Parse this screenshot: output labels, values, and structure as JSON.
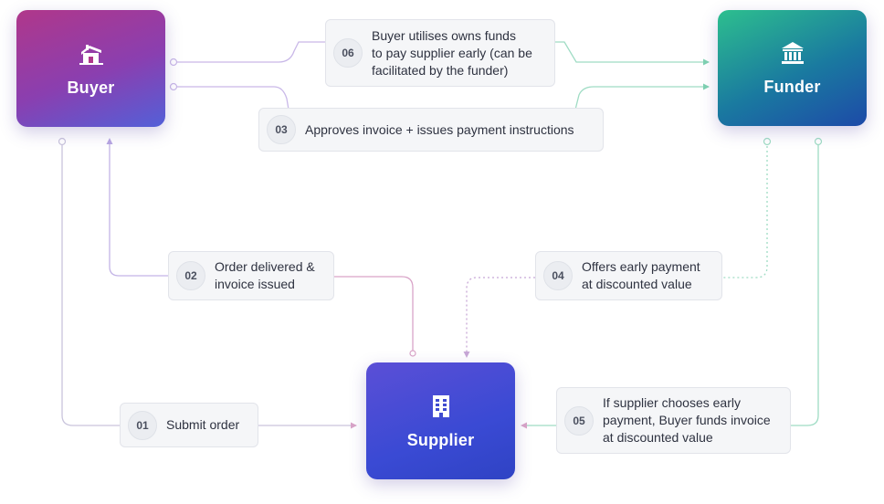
{
  "nodes": {
    "buyer": {
      "label": "Buyer",
      "icon": "house-icon"
    },
    "funder": {
      "label": "Funder",
      "icon": "bank-icon"
    },
    "supplier": {
      "label": "Supplier",
      "icon": "building-icon"
    }
  },
  "steps": [
    {
      "number": "01",
      "text": "Submit order"
    },
    {
      "number": "02",
      "text": "Order delivered &\ninvoice issued"
    },
    {
      "number": "03",
      "text": "Approves invoice + issues payment instructions"
    },
    {
      "number": "04",
      "text": "Offers early payment\nat discounted value"
    },
    {
      "number": "05",
      "text": "If supplier chooses early\npayment, Buyer funds invoice\nat discounted value"
    },
    {
      "number": "06",
      "text": "Buyer utilises owns funds\nto pay supplier early (can be\nfacilitated by the funder)"
    }
  ],
  "colors": {
    "buyer_wire": "#c9b8e8",
    "funder_wire": "#9fdcc4",
    "supplier_wire": "#d9a4c8"
  }
}
